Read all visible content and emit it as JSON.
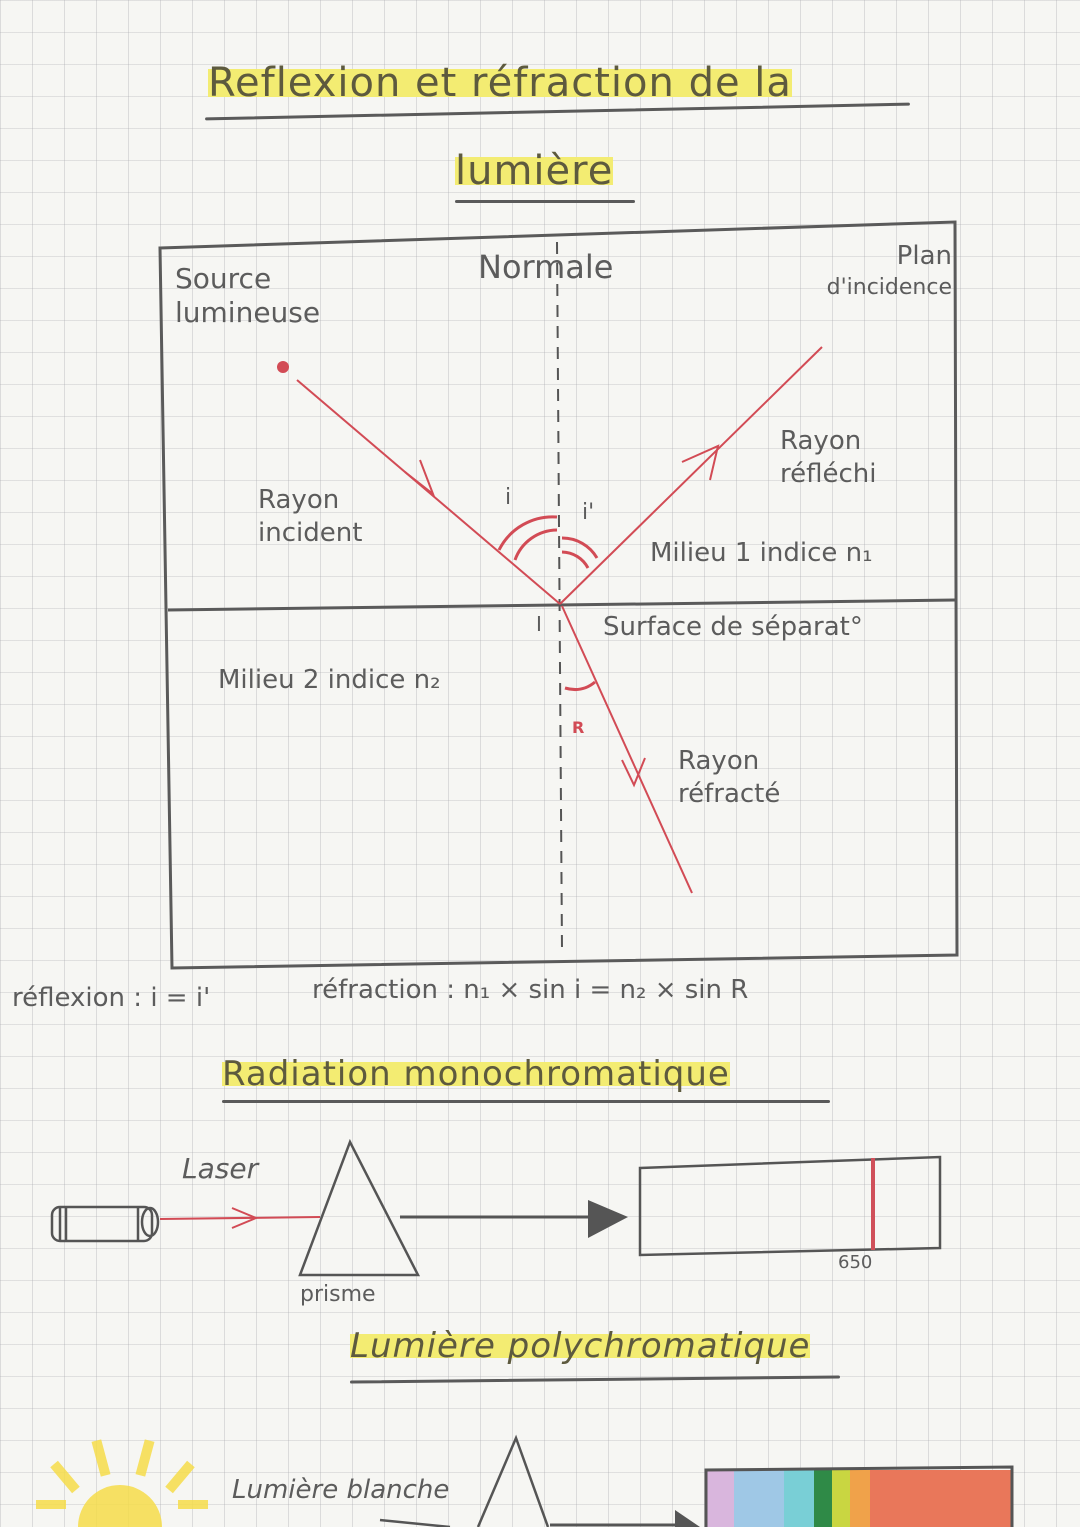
{
  "titles": {
    "main_line1": "Reflexion et réfraction de la",
    "main_line2": "lumière",
    "monochromatic": "Radiation monochromatique",
    "polychromatic": "Lumière polychromatique"
  },
  "diagram_reflection": {
    "source_label_1": "Source",
    "source_label_2": "lumineuse",
    "normal_label": "Normale",
    "plane_label_1": "Plan",
    "plane_label_2": "d'incidence",
    "incident_ray_label_1": "Rayon",
    "incident_ray_label_2": "incident",
    "reflected_ray_label_1": "Rayon",
    "reflected_ray_label_2": "réfléchi",
    "angle_i": "i",
    "angle_i_prime": "i'",
    "medium1_label": "Milieu 1 indice n₁",
    "point_label": "I",
    "surface_label": "Surface de séparat°",
    "medium2_label": "Milieu 2 indice n₂",
    "angle_R": "R",
    "refracted_ray_label_1": "Rayon",
    "refracted_ray_label_2": "réfracté"
  },
  "laws": {
    "reflection": "réflexion : i = i'",
    "refraction": "réfraction : n₁ × sin i = n₂ × sin R"
  },
  "monochromatic_diagram": {
    "laser_label": "Laser",
    "prism_label": "prisme",
    "wavelength_label": "650",
    "line_color": "#d0505a"
  },
  "polychromatic_diagram": {
    "white_light_label": "Lumière blanche",
    "spectrum_colors": [
      "#d9b6dd",
      "#9fc8e6",
      "#79cfd6",
      "#2f8a47",
      "#c9d641",
      "#f0a24a",
      "#e9775a"
    ]
  },
  "colors": {
    "ray": "#d24b55",
    "highlight": "#f3ec72",
    "ink": "#5c5c5c"
  }
}
